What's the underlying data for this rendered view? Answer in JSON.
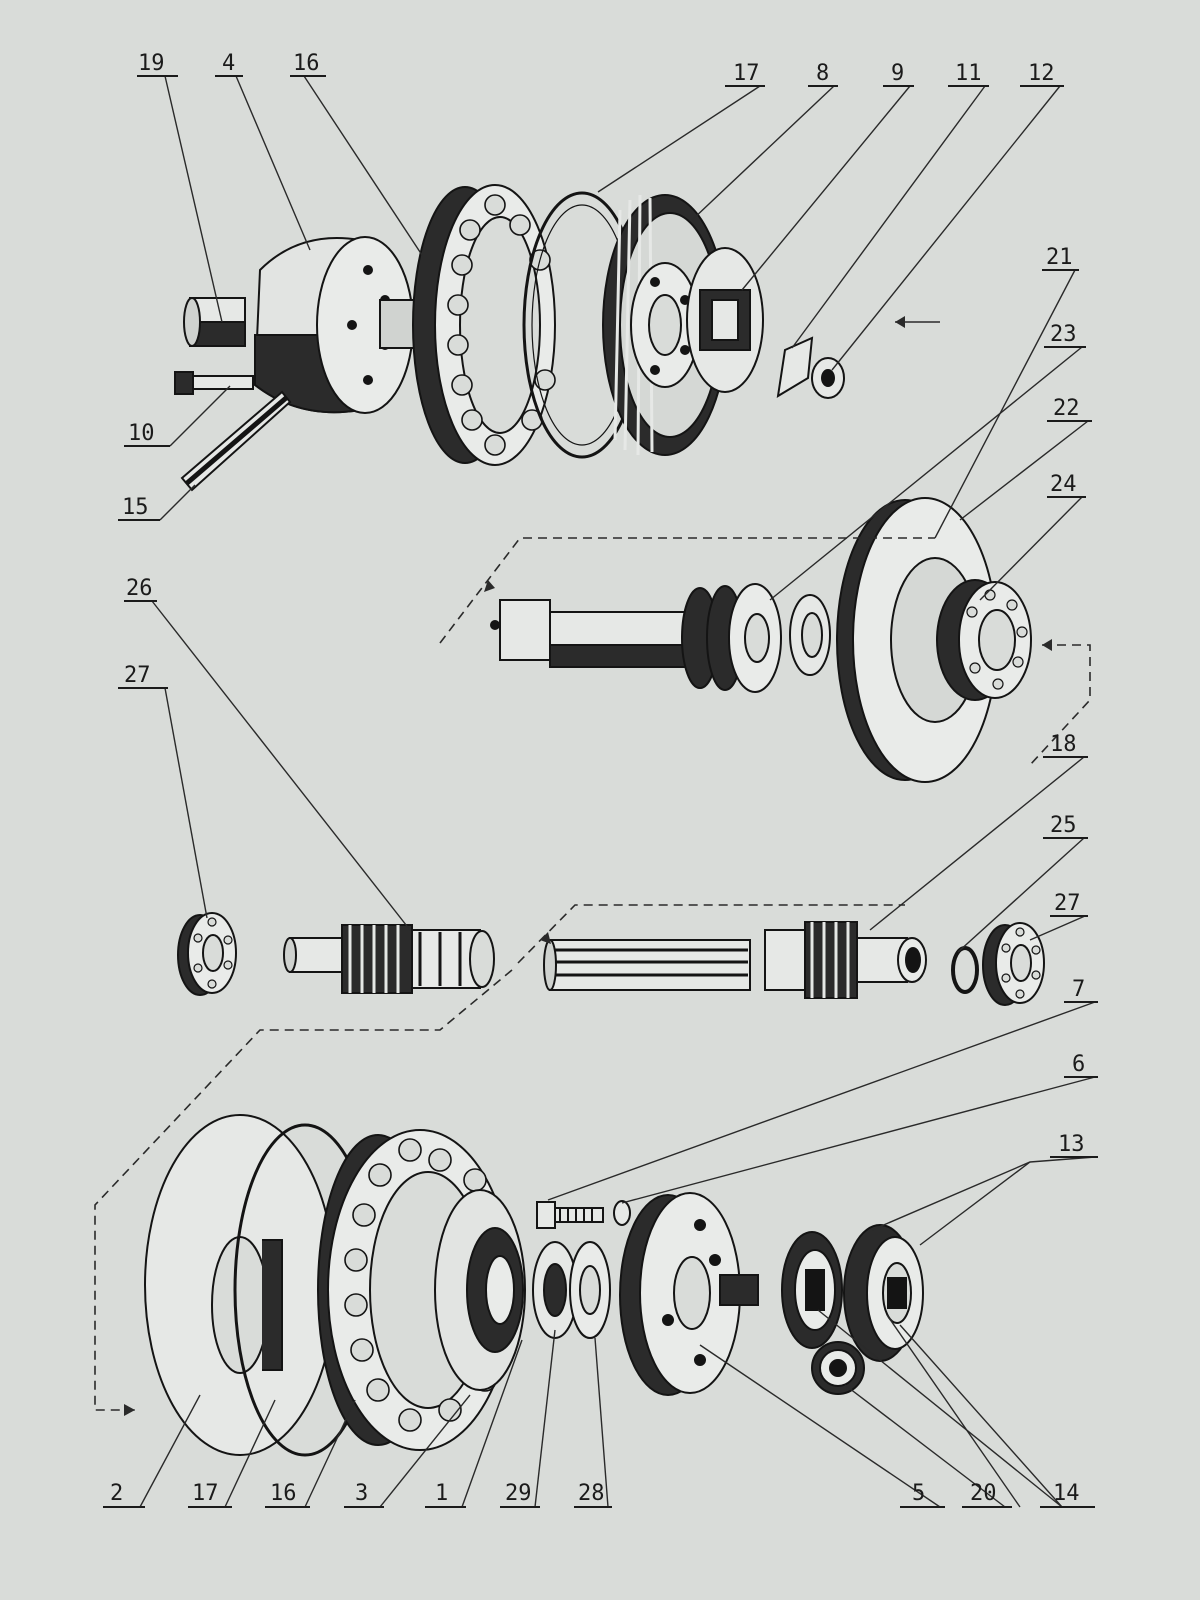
{
  "labels": {
    "l1": "1",
    "l2": "2",
    "l3": "3",
    "l4": "4",
    "l5": "5",
    "l6": "6",
    "l7": "7",
    "l8": "8",
    "l9": "9",
    "l10": "10",
    "l11": "11",
    "l12": "12",
    "l13": "13",
    "l14": "14",
    "l15": "15",
    "l16a": "16",
    "l16b": "16",
    "l17a": "17",
    "l17b": "17",
    "l18": "18",
    "l19": "19",
    "l20": "20",
    "l21": "21",
    "l22": "22",
    "l23": "23",
    "l24": "24",
    "l25": "25",
    "l26": "26",
    "l27a": "27",
    "l27b": "27",
    "l28": "28",
    "l29": "29"
  },
  "colors": {
    "paper": "#d9dcd9",
    "ink": "#141414",
    "shade": "#2b2b2b",
    "light": "#c9ccc9"
  }
}
